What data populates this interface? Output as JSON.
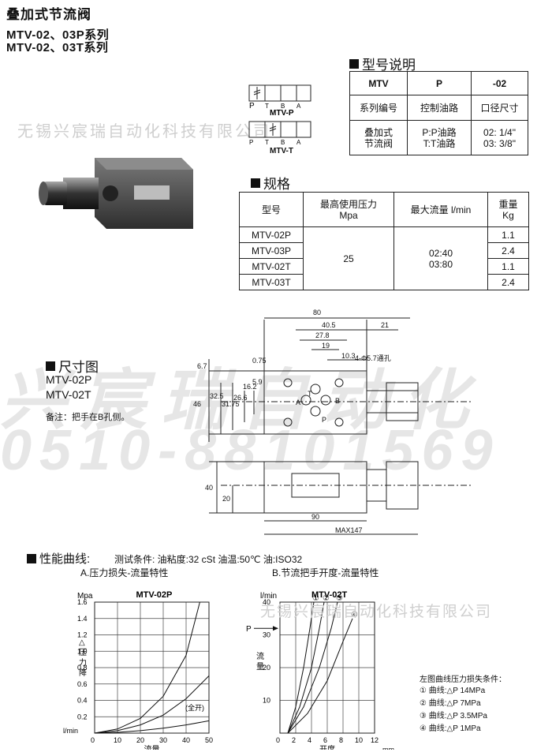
{
  "header": {
    "title": "叠加式节流阀",
    "series1": "MTV-02、03P系列",
    "series2": "MTV-02、03T系列"
  },
  "watermark": {
    "company": "无锡兴宸瑞自动化科技有限公司",
    "big_name": "兴宸瑞自动化",
    "big_phone": "0510-88101569"
  },
  "symbols": {
    "ports": [
      "P",
      "T",
      "B",
      "A"
    ],
    "p_label": "MTV-P",
    "t_label": "MTV-T"
  },
  "model_section": {
    "heading": "型号说明",
    "row1": [
      "MTV",
      "P",
      "-02"
    ],
    "row2": [
      "系列编号",
      "控制油路",
      "口径尺寸"
    ],
    "row3_col1": "叠加式\n节流阀",
    "row3_col2": "P:P油路\nT:T油路",
    "row3_col3": "02: 1/4\"\n03: 3/8\""
  },
  "spec_section": {
    "heading": "规格",
    "headers": [
      "型号",
      "最高使用压力\nMpa",
      "最大流量 l/min",
      "重量\nKg"
    ],
    "models": [
      "MTV-02P",
      "MTV-03P",
      "MTV-02T",
      "MTV-03T"
    ],
    "pressure": "25",
    "flow": "02:40\n03:80",
    "weights": [
      "1.1",
      "2.4",
      "1.1",
      "2.4"
    ]
  },
  "dimension_section": {
    "heading": "尺寸图",
    "models": [
      "MTV-02P",
      "MTV-02T"
    ],
    "note": "备注：把手在B孔侧。",
    "top_dims": [
      "80",
      "40.5",
      "21",
      "27.8",
      "19",
      "10.3"
    ],
    "hole_label": "4-Φ5.7通孔",
    "left_dims": [
      "6.7",
      "0.75",
      "46",
      "32.5",
      "31.75",
      "26.6",
      "16.2",
      "5.9"
    ],
    "port_labels": [
      "A",
      "B",
      "T",
      "P"
    ],
    "side_dims": [
      "40",
      "20",
      "90",
      "MAX147"
    ]
  },
  "performance": {
    "heading": "性能曲线:",
    "conditions": "测试条件: 油粘度:32 cSt 油温:50℃ 油:ISO32",
    "chart_a_title": "A.压力损失-流量特性",
    "chart_b_title": "B.节流把手开度-流量特性",
    "legend_title": "左图曲线压力损失条件：",
    "legend_items": [
      "① 曲线:△P  14MPa",
      "② 曲线:△P  7MPa",
      "③ 曲线:△P  3.5MPa",
      "④ 曲线:△P  1MPa"
    ]
  },
  "chart_data": [
    {
      "type": "line",
      "title": "MTV-02P",
      "ylabel_unit": "Mpa",
      "ylabel": "△压力降",
      "xlabel": "流量",
      "xlabel_unit": "l/min",
      "xlim": [
        0,
        50
      ],
      "ylim": [
        0,
        1.6
      ],
      "xticks": [
        "0",
        "10",
        "20",
        "30",
        "40",
        "50"
      ],
      "yticks": [
        "0.2",
        "0.4",
        "0.6",
        "0.8",
        "1.0",
        "1.2",
        "1.4",
        "1.6"
      ],
      "annotation": "(全开)",
      "series": [
        {
          "x": [
            0,
            10,
            20,
            30,
            40,
            46
          ],
          "y": [
            0,
            0.05,
            0.18,
            0.45,
            0.95,
            1.6
          ]
        },
        {
          "x": [
            0,
            10,
            20,
            30,
            40,
            50
          ],
          "y": [
            0,
            0.03,
            0.1,
            0.22,
            0.42,
            0.7
          ]
        },
        {
          "x": [
            0,
            10,
            20,
            30,
            40,
            50
          ],
          "y": [
            0,
            0.01,
            0.03,
            0.06,
            0.1,
            0.15
          ]
        }
      ]
    },
    {
      "type": "line",
      "title": "MTV-02T",
      "ylabel_unit": "l/min",
      "ylabel": "流量",
      "xlabel": "开度",
      "xlabel_unit": "mm",
      "xlim": [
        0,
        12
      ],
      "ylim": [
        0,
        40
      ],
      "xticks": [
        "0",
        "2",
        "4",
        "6",
        "8",
        "10",
        "12"
      ],
      "yticks": [
        "10",
        "20",
        "30",
        "40"
      ],
      "p_marker": "P",
      "series": [
        {
          "name": "①",
          "x": [
            1,
            2,
            3,
            3.8,
            4.3
          ],
          "y": [
            0,
            8,
            20,
            32,
            40
          ]
        },
        {
          "name": "②",
          "x": [
            1,
            2.5,
            4,
            5,
            5.6
          ],
          "y": [
            0,
            8,
            20,
            32,
            40
          ]
        },
        {
          "name": "③",
          "x": [
            1,
            3,
            5,
            6.5,
            7.3
          ],
          "y": [
            0,
            8,
            20,
            32,
            40
          ]
        },
        {
          "name": "④",
          "x": [
            1,
            3.5,
            6,
            8,
            9.2
          ],
          "y": [
            0,
            6,
            16,
            28,
            35
          ]
        }
      ]
    }
  ]
}
